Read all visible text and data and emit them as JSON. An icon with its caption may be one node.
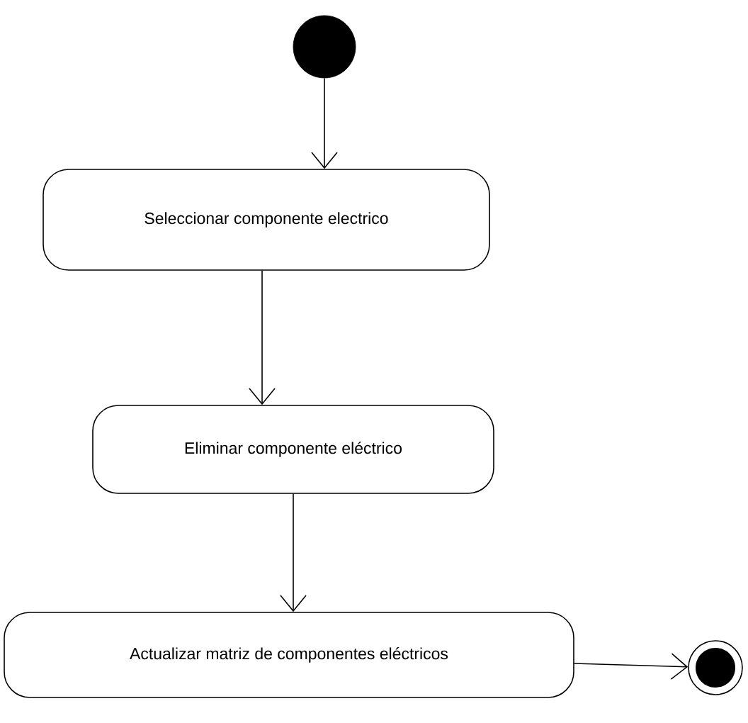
{
  "diagram": {
    "nodes": [
      {
        "text": [],
        "shape": "circle"
      },
      {
        "text": [
          "Seleccionar componente electrico"
        ]
      },
      {
        "text": [
          "Eliminar componente eléctrico"
        ]
      },
      {
        "text": [
          "Actualizar matriz de componentes eléctricos"
        ]
      },
      {
        "text": [],
        "shape": "bullseye"
      }
    ],
    "edges": [
      {
        "from": 0,
        "to": 1,
        "arrow": "to"
      },
      {
        "from": 1,
        "to": 2,
        "arrow": "to"
      },
      {
        "from": 2,
        "to": 3,
        "arrow": "to"
      },
      {
        "from": 3,
        "to": 4,
        "arrow": "to"
      }
    ]
  }
}
